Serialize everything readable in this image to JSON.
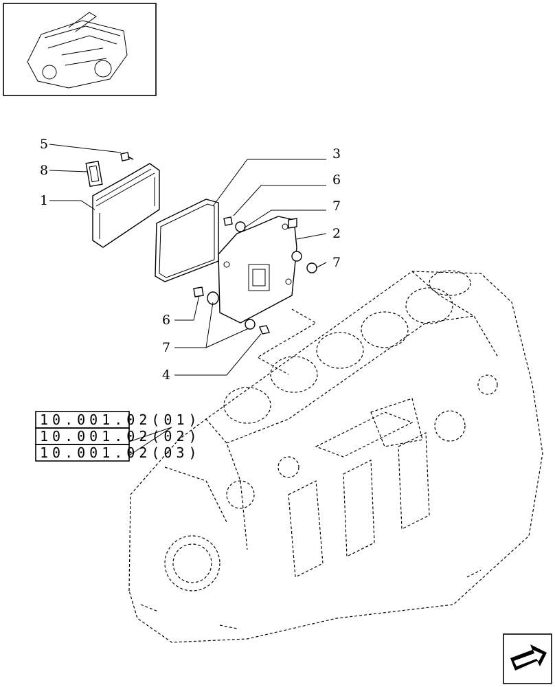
{
  "callouts": {
    "c1": "1",
    "c2": "2",
    "c3": "3",
    "c4": "4",
    "c5": "5",
    "c6a": "6",
    "c6b": "6",
    "c7a": "7",
    "c7b": "7",
    "c7c": "7",
    "c8": "8"
  },
  "references": [
    "10.001.02(01)",
    "10.001.02(02)",
    "10.001.02(03)"
  ],
  "icons": {
    "thumbnail": "engine-thumbnail-icon",
    "nav": "arrow-next-icon"
  }
}
